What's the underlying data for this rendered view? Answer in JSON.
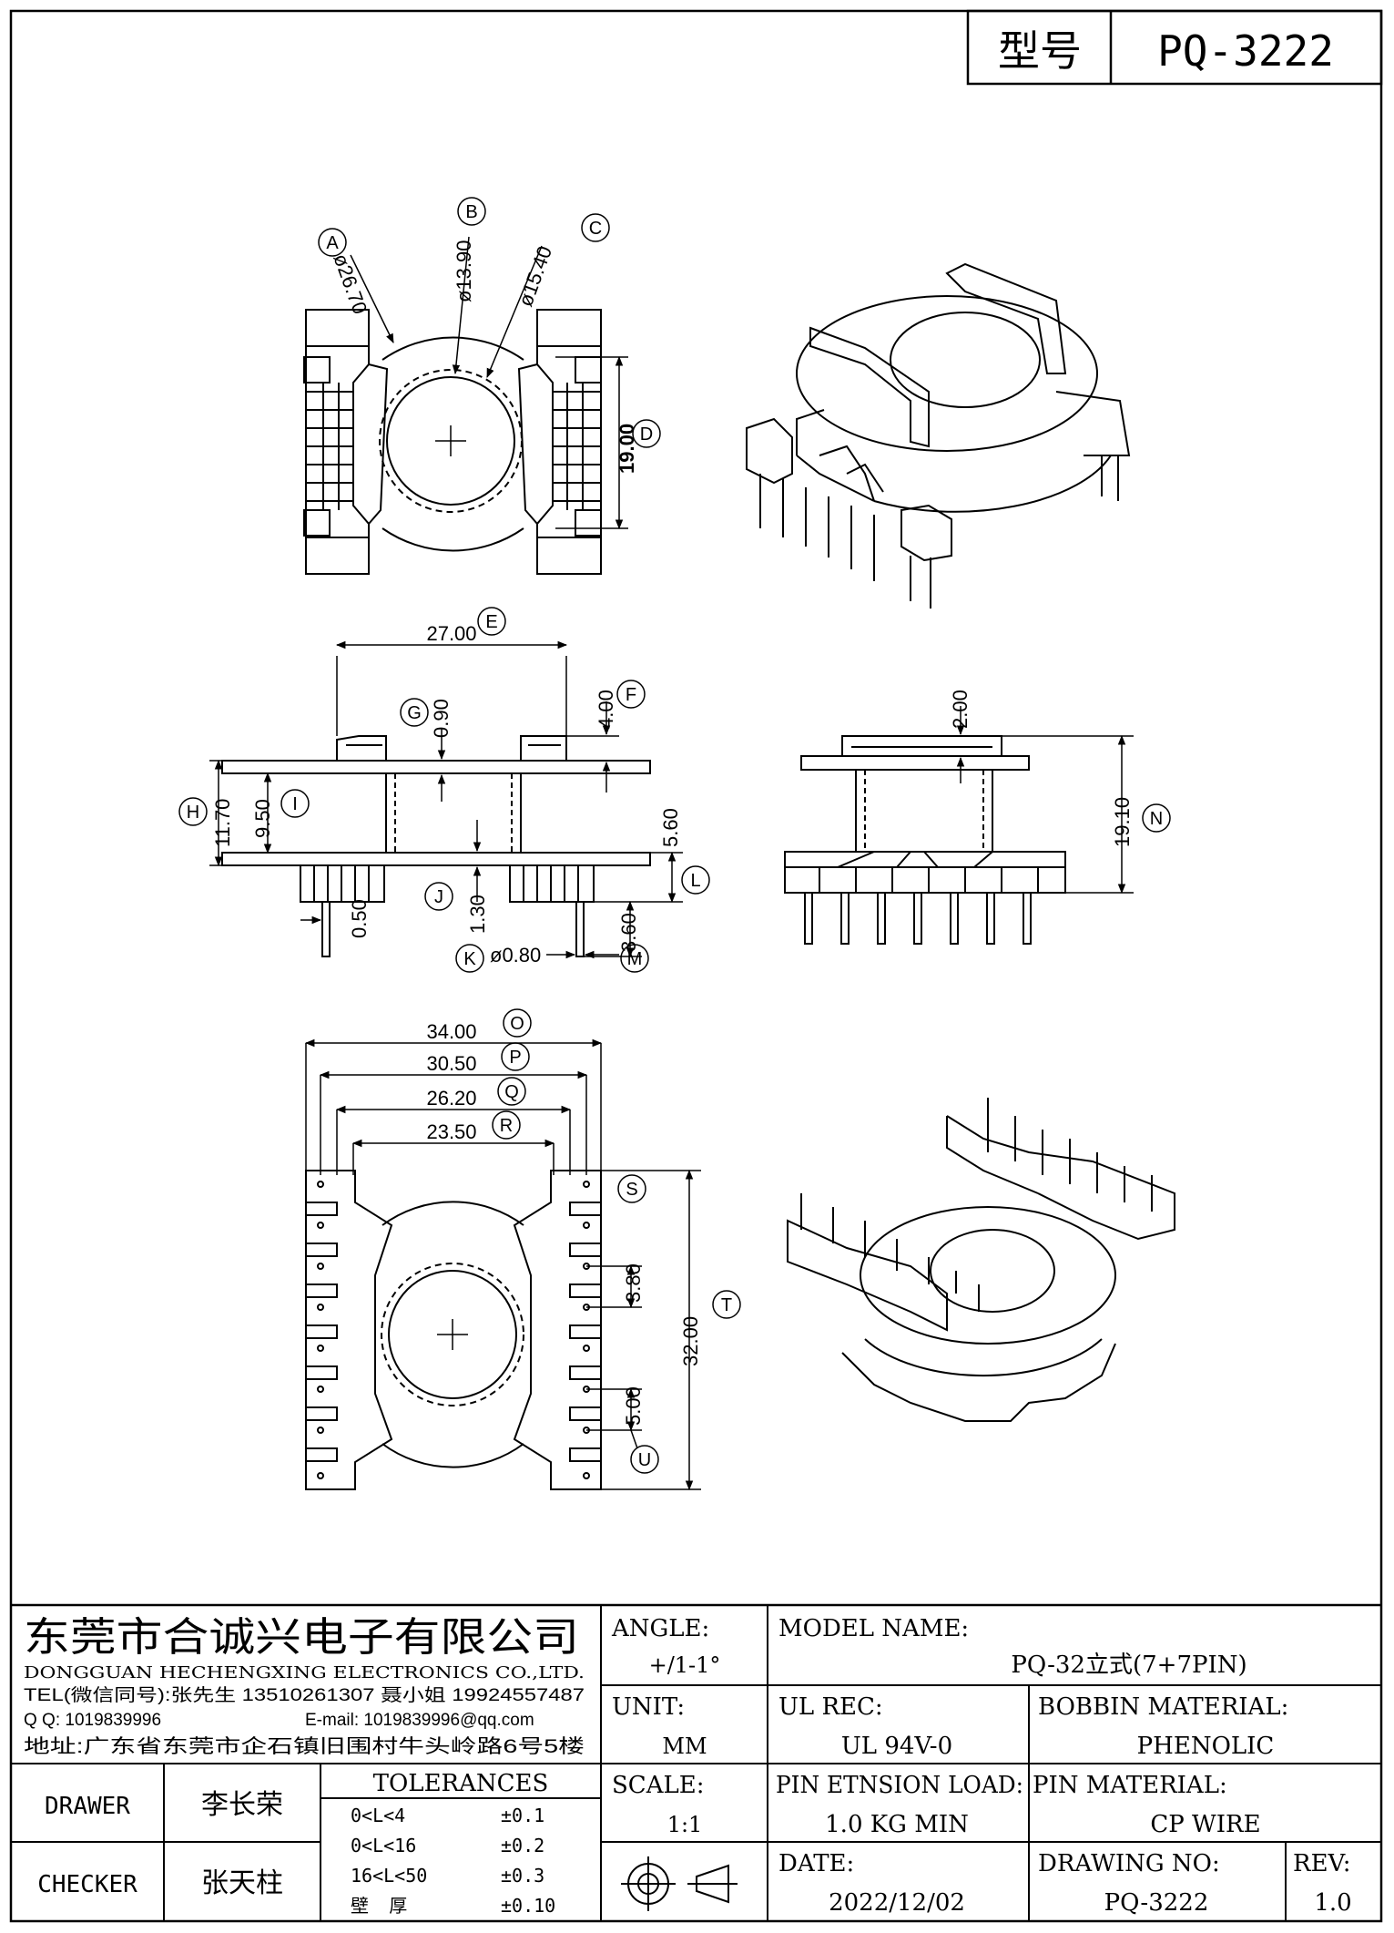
{
  "model_box": {
    "label": "型号",
    "value": "PQ-3222"
  },
  "callouts": [
    "A",
    "B",
    "C",
    "D",
    "E",
    "F",
    "G",
    "H",
    "I",
    "J",
    "K",
    "L",
    "M",
    "N",
    "O",
    "P",
    "Q",
    "R",
    "S",
    "T",
    "U"
  ],
  "dims": {
    "A": "ø26.70",
    "B": "ø13.90",
    "C": "ø15.40",
    "D": "19.00",
    "E": "27.00",
    "F": "4.00",
    "G": "0.90",
    "H": "11.70",
    "I": "9.50",
    "J": "1.30",
    "K": "ø0.80",
    "L": "5.60",
    "M": "3.60",
    "N": "19.10",
    "side_top": "2.00",
    "pin_offset": "0.50",
    "O": "34.00",
    "P": "30.50",
    "Q": "26.20",
    "R": "23.50",
    "S": "3.80",
    "T": "32.00",
    "U": "5.00"
  },
  "company": {
    "name_cn": "东莞市合诚兴电子有限公司",
    "name_en": "DONGGUAN HECHENGXING ELECTRONICS CO.,LTD.",
    "tel": "TEL(微信同号):张先生 13510261307 聂小姐 19924557487",
    "qq": "Q Q: 1019839996",
    "email": "E-mail: 1019839996@qq.com",
    "address": "地址:广东省东莞市企石镇旧围村牛头岭路6号5楼"
  },
  "title_block": {
    "angle_label": "ANGLE:",
    "angle_value": "+/1-1°",
    "unit_label": "UNIT:",
    "unit_value": "MM",
    "scale_label": "SCALE:",
    "scale_value": "1:1",
    "model_name_label": "MODEL NAME:",
    "model_name_value": "PQ-32立式(7+7PIN)",
    "ul_label": "UL REC:",
    "ul_value": "UL 94V-0",
    "bobbin_label": "BOBBIN MATERIAL:",
    "bobbin_value": "PHENOLIC",
    "pin_load_label": "PIN ETNSION LOAD:",
    "pin_load_value": "1.0 KG MIN",
    "pin_material_label": "PIN MATERIAL:",
    "pin_material_value": "CP WIRE",
    "date_label": "DATE:",
    "date_value": "2022/12/02",
    "drawing_no_label": "DRAWING NO:",
    "drawing_no_value": "PQ-3222",
    "rev_label": "REV:",
    "rev_value": "1.0",
    "drawer_label": "DRAWER",
    "drawer_value": "李长荣",
    "checker_label": "CHECKER",
    "checker_value": "张天柱",
    "tolerances_title": "TOLERANCES",
    "tolerances": [
      {
        "range": "0<L<4",
        "value": "±0.1"
      },
      {
        "range": "0<L<16",
        "value": "±0.2"
      },
      {
        "range": "16<L<50",
        "value": "±0.3"
      },
      {
        "range": "壁    厚",
        "value": "±0.10"
      }
    ]
  }
}
